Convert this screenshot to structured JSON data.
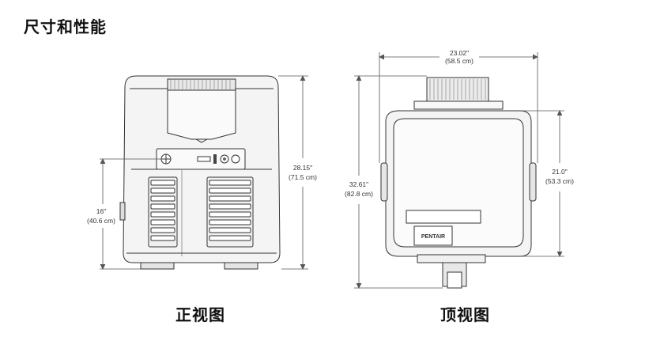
{
  "page": {
    "title": "尺寸和性能"
  },
  "front_view": {
    "caption": "正视图",
    "height_in": "28.15\"",
    "height_cm": "(71.5 cm)",
    "inlet_height_in": "16\"",
    "inlet_height_cm": "(40.6 cm)"
  },
  "top_view": {
    "caption": "顶视图",
    "width_in": "23.02\"",
    "width_cm": "(58.5 cm)",
    "depth_in": "32.61\"",
    "depth_cm": "(82.8 cm)",
    "body_depth_in": "21.0\"",
    "body_depth_cm": "(53.3 cm)",
    "brand_label": "PENTAIR"
  },
  "colors": {
    "line": "#333333",
    "fill": "#f4f4f4",
    "dim_line": "#555555"
  }
}
